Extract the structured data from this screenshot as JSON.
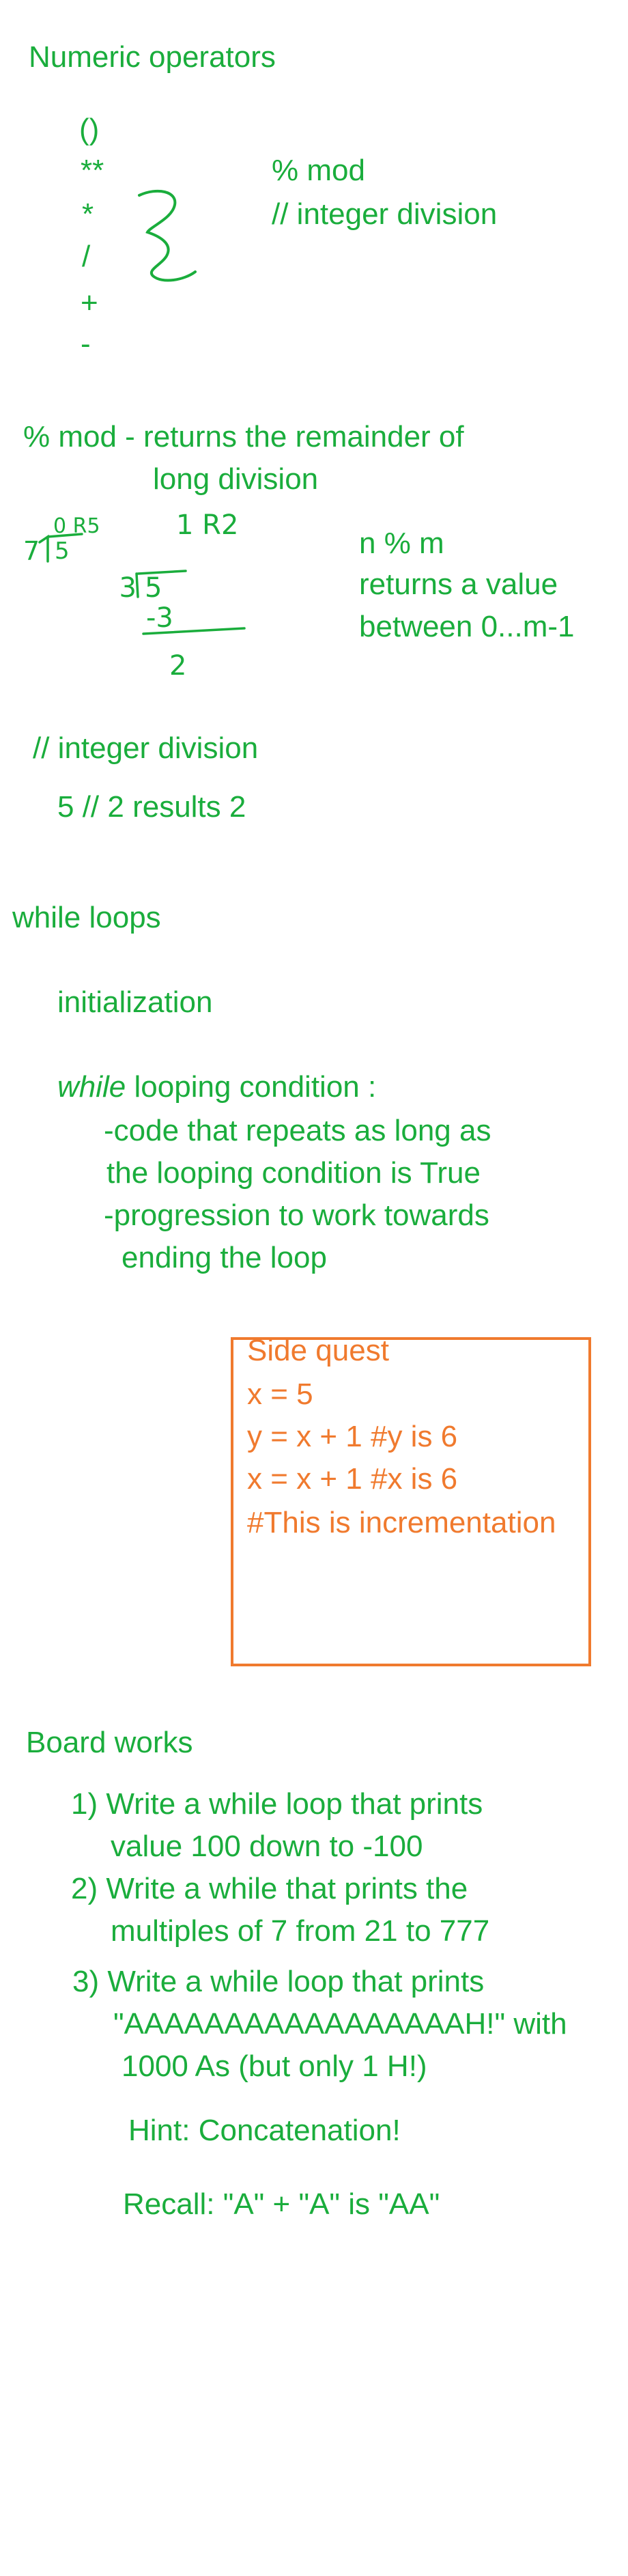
{
  "section_numeric": {
    "title": "Numeric operators",
    "operators": [
      "()",
      "**",
      "*",
      "/",
      "+",
      "-"
    ],
    "notes": [
      "%  mod",
      "//  integer division"
    ]
  },
  "section_mod": {
    "title_line1": "% mod - returns the remainder of",
    "title_line2": "long division",
    "note_lines": [
      "n % m",
      "returns a value",
      "between 0...m-1"
    ],
    "sketch": {
      "small_quotient": "0 R5",
      "small_divisor": "7",
      "small_dividend": "5",
      "main_quotient": "1 R2",
      "main_divisor": "3",
      "main_dividend": "5",
      "subtract": "-3",
      "remainder": "2"
    }
  },
  "section_intdiv": {
    "title": "// integer division",
    "example": "5 // 2   results  2"
  },
  "section_while": {
    "title": "while loops",
    "initialization": "initialization",
    "while_keyword": "while",
    "while_rest": " looping condition :",
    "lines": [
      "-code that repeats as long as",
      "the looping condition is True",
      "-progression to work towards",
      "ending the loop"
    ]
  },
  "side_quest": {
    "lines": [
      "Side quest",
      "x = 5",
      "y = x + 1 #y is 6",
      "x = x + 1 #x is 6",
      "#This is incrementation"
    ]
  },
  "board_works": {
    "title": "Board works",
    "items": [
      {
        "line1": "1) Write a while loop that prints",
        "line2": "value 100 down to -100"
      },
      {
        "line1": "2) Write a while that prints the",
        "line2": "multiples of 7 from 21 to 777"
      },
      {
        "line1": "3) Write a while loop that prints",
        "line2": "\"AAAAAAAAAAAAAAAAAH!\" with",
        "line3": "1000 As (but only 1 H!)"
      }
    ],
    "hint": "Hint: Concatenation!",
    "recall": "Recall: \"A\" + \"A\" is \"AA\""
  },
  "colors": {
    "ink_green": "#1aad3c",
    "ink_orange": "#f07a2e",
    "background": "#ffffff"
  }
}
